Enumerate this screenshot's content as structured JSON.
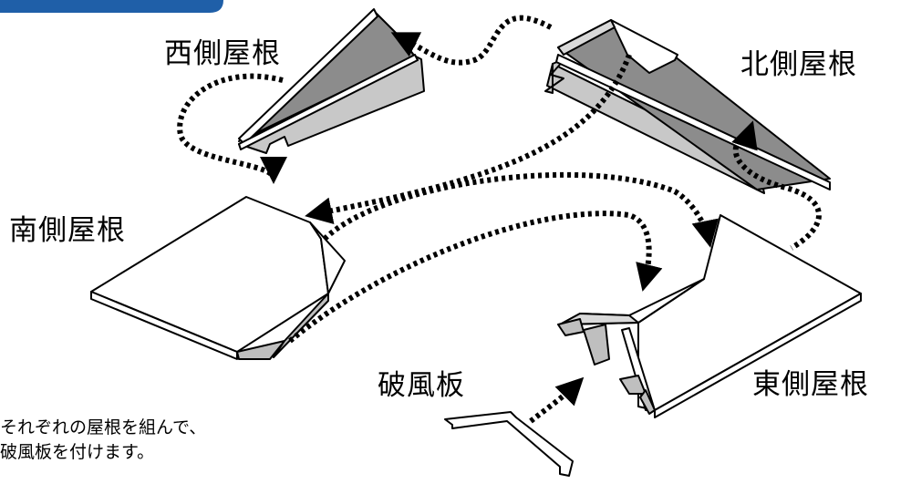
{
  "labels": {
    "west_roof": "西側屋根",
    "north_roof": "北側屋根",
    "south_roof": "南側屋根",
    "east_roof": "東側屋根",
    "barge_board": "破風板"
  },
  "note": {
    "line1": "それぞれの屋根を組んで、",
    "line2": "破風板を付けます。"
  },
  "colors": {
    "header_tab": "#1f5fa8",
    "roof_top_dark": "#8c8c8c",
    "roof_side_light": "#c8c8c8",
    "roof_mid": "#bfbfbf",
    "white": "#ffffff",
    "stroke": "#000000"
  }
}
